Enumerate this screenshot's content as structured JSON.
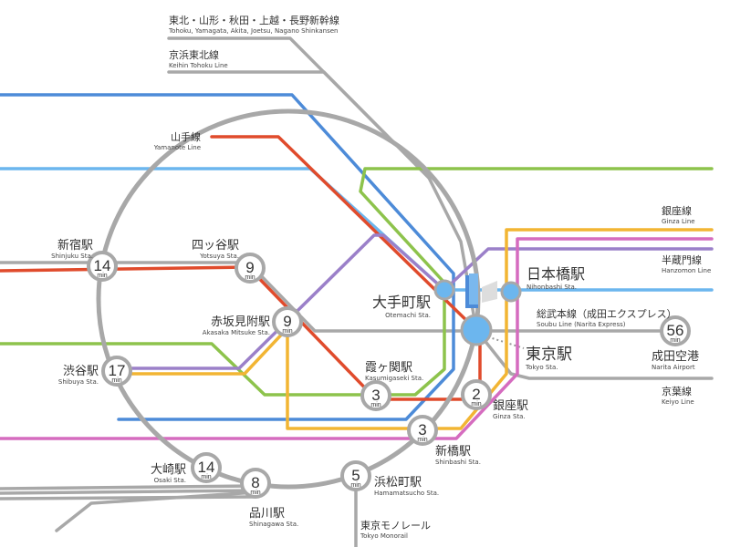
{
  "colors": {
    "jr": "#a8a8a8",
    "keihin": "#4d8bd8",
    "lightblue": "#6cb6ee",
    "marunouchi": "#e04b2c",
    "chiyoda": "#8dc34c",
    "hanzomon": "#9b80c9",
    "ginza": "#f2b533",
    "asakusa": "#d56cbf"
  },
  "lines": [
    {
      "jp": "東北・山形・秋田・上越・長野新幹線",
      "en": "Tohoku, Yamagata, Akita, Joetsu, Nagano Shinkansen"
    },
    {
      "jp": "京浜東北線",
      "en": "Keihin Tohoku Line"
    },
    {
      "jp": "山手線",
      "en": "Yamanote Line"
    },
    {
      "jp": "銀座線",
      "en": "Ginza Line"
    },
    {
      "jp": "半蔵門線",
      "en": "Hanzomon Line"
    },
    {
      "jp": "総武本線（成田エクスプレス）",
      "en": "Soubu Line (Narita Express)"
    },
    {
      "jp": "京葉線",
      "en": "Keiyo Line"
    },
    {
      "jp": "東京モノレール",
      "en": "Tokyo Monorail"
    }
  ],
  "stations": {
    "shinjuku": {
      "jp": "新宿駅",
      "en": "Shinjuku Sta.",
      "time": "14"
    },
    "yotsuya": {
      "jp": "四ッ谷駅",
      "en": "Yotsuya Sta.",
      "time": "9"
    },
    "akasaka": {
      "jp": "赤坂見附駅",
      "en": "Akasaka Mitsuke Sta.",
      "time": "9"
    },
    "shibuya": {
      "jp": "渋谷駅",
      "en": "Shibuya Sta.",
      "time": "17"
    },
    "kasumigaseki": {
      "jp": "霞ヶ関駅",
      "en": "Kasumigaseki Sta.",
      "time": "3"
    },
    "ginza": {
      "jp": "銀座駅",
      "en": "Ginza Sta.",
      "time": "2"
    },
    "shinbashi": {
      "jp": "新橋駅",
      "en": "Shinbashi Sta.",
      "time": "3"
    },
    "hamamatsucho": {
      "jp": "浜松町駅",
      "en": "Hamamatsucho Sta.",
      "time": "5"
    },
    "shinagawa": {
      "jp": "品川駅",
      "en": "Shinagawa Sta.",
      "time": "8"
    },
    "osaki": {
      "jp": "大崎駅",
      "en": "Osaki Sta.",
      "time": "14"
    },
    "otemachi": {
      "jp": "大手町駅",
      "en": "Otemachi Sta."
    },
    "nihonbashi": {
      "jp": "日本橋駅",
      "en": "Nihonbashi Sta."
    },
    "tokyo": {
      "jp": "東京駅",
      "en": "Tokyo Sta."
    },
    "narita": {
      "jp": "成田空港",
      "en": "Narita Airport",
      "time": "56"
    }
  },
  "min_label": "min"
}
